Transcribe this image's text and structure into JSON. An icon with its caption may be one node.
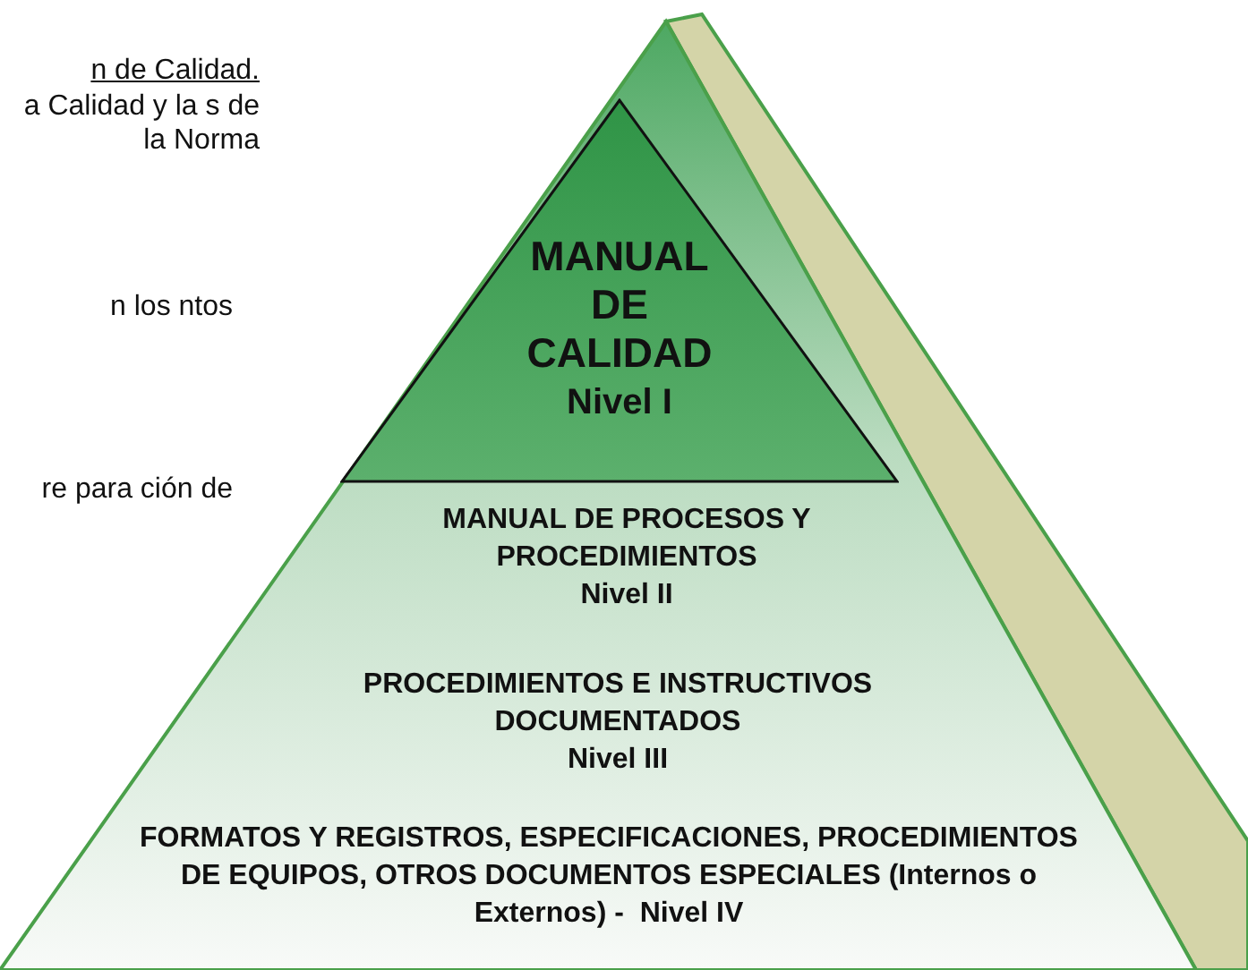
{
  "diagram": {
    "nodes": [
      {
        "text": [
          "MANUAL DE CALIDAD",
          "Nivel I"
        ]
      },
      {
        "text": [
          "MANUAL DE PROCESOS Y PROCEDIMIENTOS",
          "Nivel II"
        ]
      },
      {
        "text": [
          "PROCEDIMIENTOS E INSTRUCTIVOS DOCUMENTADOS",
          "Nivel III"
        ]
      },
      {
        "text": [
          "FORMATOS Y REGISTROS, ESPECIFICACIONES, PROCEDIMIENTOS DE EQUIPOS, OTROS DOCUMENTOS ESPECIALES (Internos o Externos) -  Nivel IV"
        ]
      }
    ],
    "edges": [],
    "labels": [
      "n de Calidad.",
      "a Calidad y la s de la Norma",
      "n los ntos",
      "re para ción de"
    ]
  }
}
